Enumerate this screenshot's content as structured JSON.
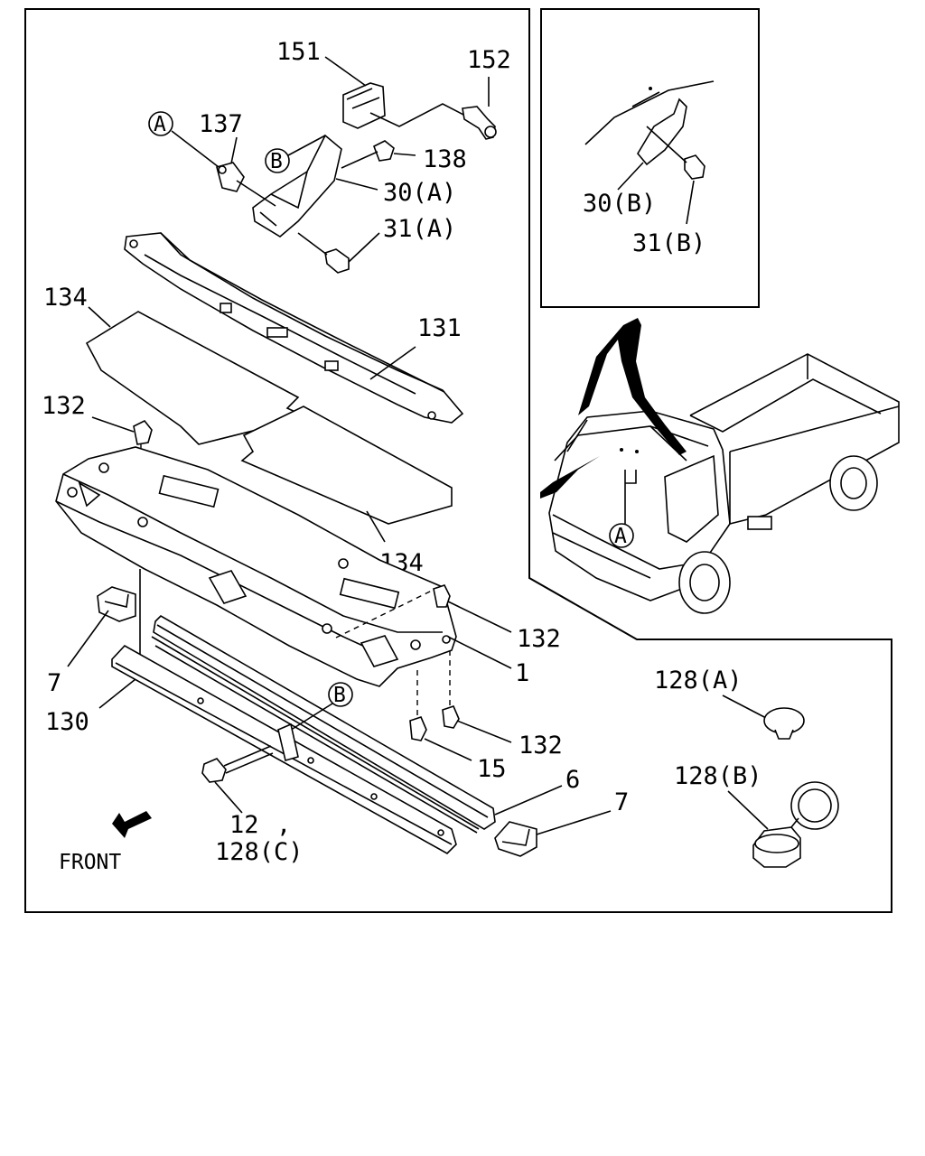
{
  "labels": {
    "l151": "151",
    "l152": "152",
    "l137": "137",
    "l138": "138",
    "l30a": "30(A)",
    "l31a": "31(A)",
    "l134a": "134",
    "l131": "131",
    "l132a": "132",
    "l134b": "134",
    "l132b": "132",
    "l1": "1",
    "l7a": "7",
    "l130": "130",
    "l132c": "132",
    "l15": "15",
    "l6": "6",
    "l7b": "7",
    "l12": "12",
    "lcomma": ",",
    "l128c": "128(C)",
    "front": "FRONT",
    "l30b": "30(B)",
    "l31b": "31(B)",
    "l128a": "128(A)",
    "l128b": "128(B)"
  },
  "callouts": {
    "a1": "A",
    "b1": "B",
    "b2": "B",
    "a2": "A"
  },
  "icons": {
    "front_arrow": "front-arrow-icon"
  }
}
